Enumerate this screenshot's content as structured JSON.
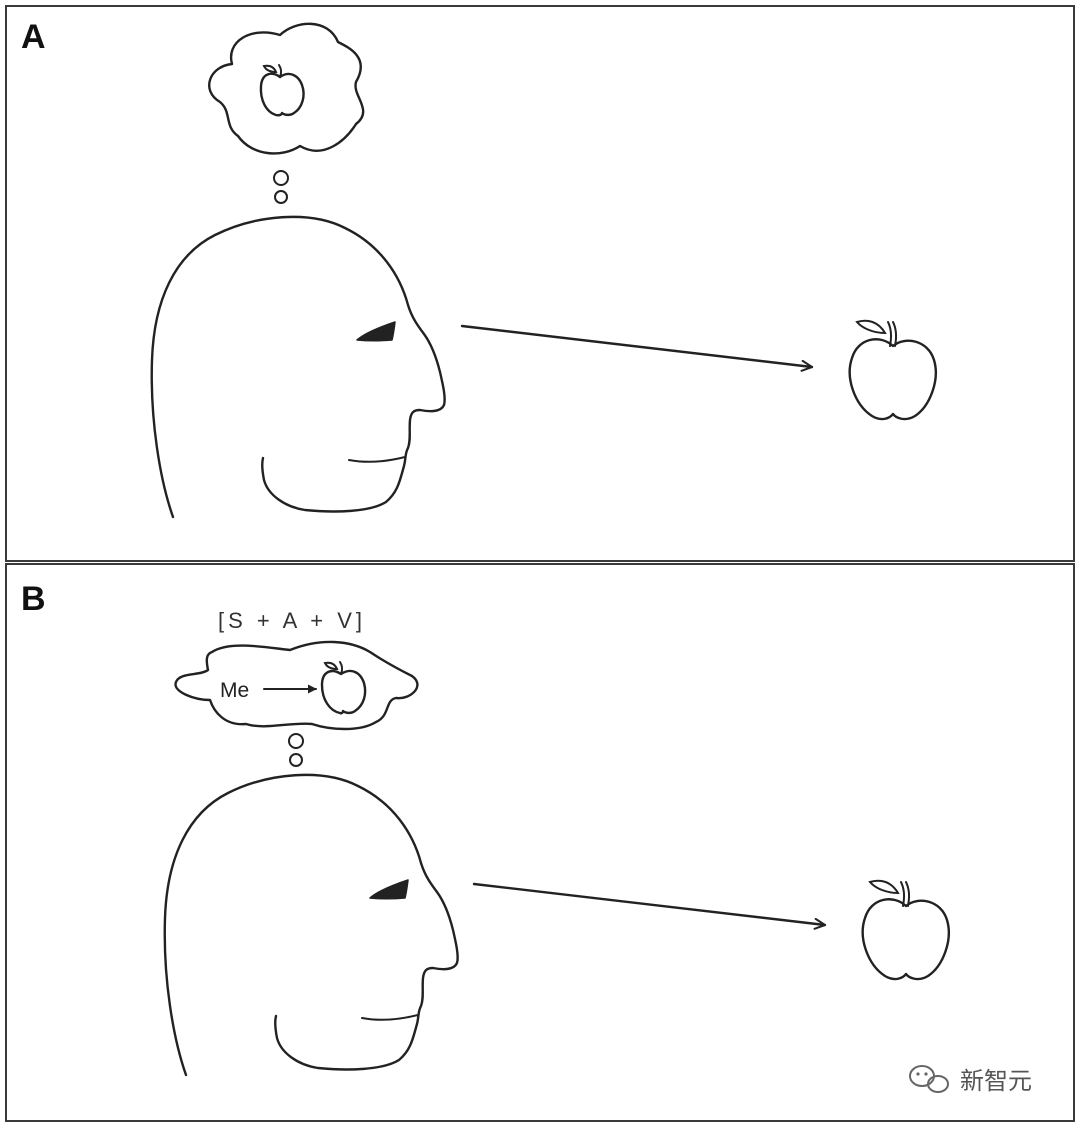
{
  "panels": [
    {
      "id": "A",
      "label": "A"
    },
    {
      "id": "B",
      "label": "B",
      "formula": "[S + A + V]",
      "bubble_text": "Me"
    }
  ],
  "watermark": {
    "text": "新智元",
    "icon": "wechat-icon"
  },
  "colors": {
    "ink": "#222222",
    "frame": "#3a3a3a",
    "background": "#ffffff"
  }
}
